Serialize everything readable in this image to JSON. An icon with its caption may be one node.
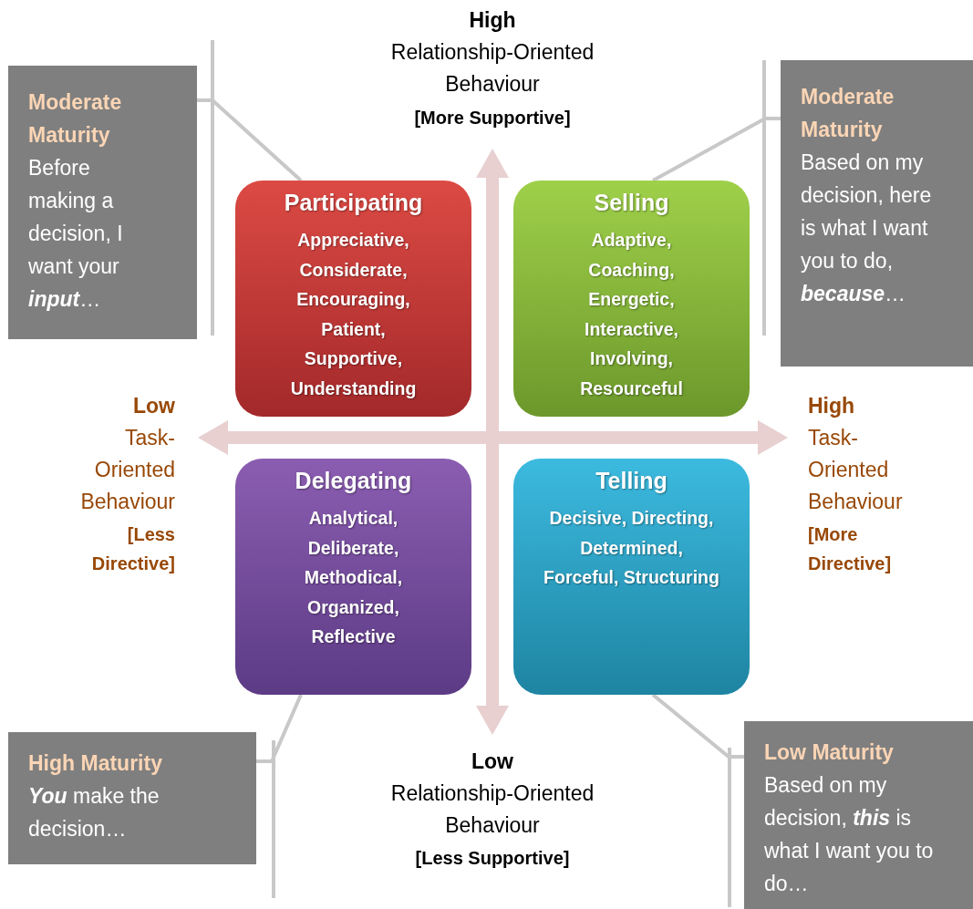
{
  "diagram": {
    "nodes": [
      {
        "text": [
          "Participating",
          "Appreciative, Considerate, Encouraging, Patient, Supportive, Understanding"
        ]
      },
      {
        "text": [
          "Selling",
          "Adaptive, Coaching, Energetic, Interactive, Involving, Resourceful"
        ]
      },
      {
        "text": [
          "Delegating",
          "Analytical, Deliberate, Methodical, Organized, Reflective"
        ]
      },
      {
        "text": [
          "Telling",
          "Decisive, Directing, Determined, Forceful, Structuring"
        ]
      },
      {
        "text": [
          "Moderate Maturity",
          "Before making a decision, I want your **input**…"
        ]
      },
      {
        "text": [
          "Moderate Maturity",
          "Based on my decision, here is what I want you to do, **because**…"
        ]
      },
      {
        "text": [
          "High Maturity",
          "**You** make the decision…"
        ]
      },
      {
        "text": [
          "Low Maturity",
          "Based on my decision, **this** is what I want you to do…"
        ]
      }
    ],
    "edges": [
      {
        "from": 4,
        "to": 0,
        "arrow": "none"
      },
      {
        "from": 5,
        "to": 1,
        "arrow": "none"
      },
      {
        "from": 6,
        "to": 2,
        "arrow": "none"
      },
      {
        "from": 7,
        "to": 3,
        "arrow": "none"
      }
    ],
    "labels": [
      "High",
      "Relationship-Oriented Behaviour",
      "[More Supportive]",
      "Low",
      "Task-Oriented Behaviour",
      "[Less Directive]",
      "High",
      "Task-Oriented Behaviour",
      "[More Directive]",
      "Low",
      "Relationship-Oriented Behaviour",
      "[Less Supportive]"
    ]
  }
}
